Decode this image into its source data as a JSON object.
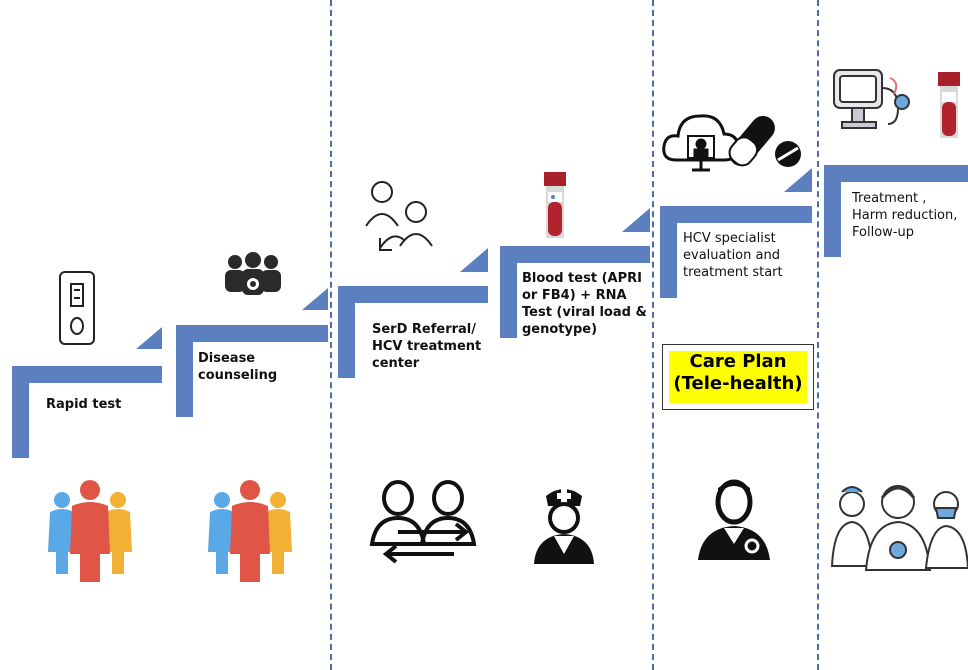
{
  "steps": [
    {
      "label": "Rapid test",
      "icon": "rapid-test-kit-icon",
      "person_icon": "family-group-icon"
    },
    {
      "label": "Disease counseling",
      "icon": "counseling-group-icon",
      "person_icon": "family-group-icon"
    },
    {
      "label": "SerD Referral/ HCV treatment center",
      "icon": "referral-people-icon",
      "person_icon": "exchange-people-icon"
    },
    {
      "label": "Blood test (APRI or FB4) + RNA Test (viral load & genotype)",
      "icon": "blood-tube-icon",
      "person_icon": "nurse-icon"
    },
    {
      "label": "HCV specialist evaluation and treatment start",
      "icon": "telehealth-cloud-icon",
      "person_icon": "doctor-icon"
    },
    {
      "label": "Treatment , Harm reduction, Follow-up",
      "icon": "monitor-stethoscope-icon",
      "person_icon": "medical-team-icon"
    }
  ],
  "care_plan": {
    "line1": "Care Plan",
    "line2": "(Tele-health)"
  },
  "lines": {
    "rapid": "Rapid test",
    "disease1": "Disease",
    "disease2": "counseling",
    "serd1": "SerD Referral/",
    "serd2": "HCV treatment",
    "serd3": "center",
    "blood1": "Blood test (APRI",
    "blood2": "or FB4) + RNA",
    "blood3": "Test (viral load &",
    "blood4": "genotype)",
    "hcv1": "HCV specialist",
    "hcv2": "evaluation and",
    "hcv3": "treatment start",
    "treat1": "Treatment ,",
    "treat2": "Harm reduction,",
    "treat3": "Follow-up"
  },
  "colors": {
    "step": "#5b7fbf",
    "dash": "#4a6fa5",
    "highlight": "#ffff00"
  }
}
